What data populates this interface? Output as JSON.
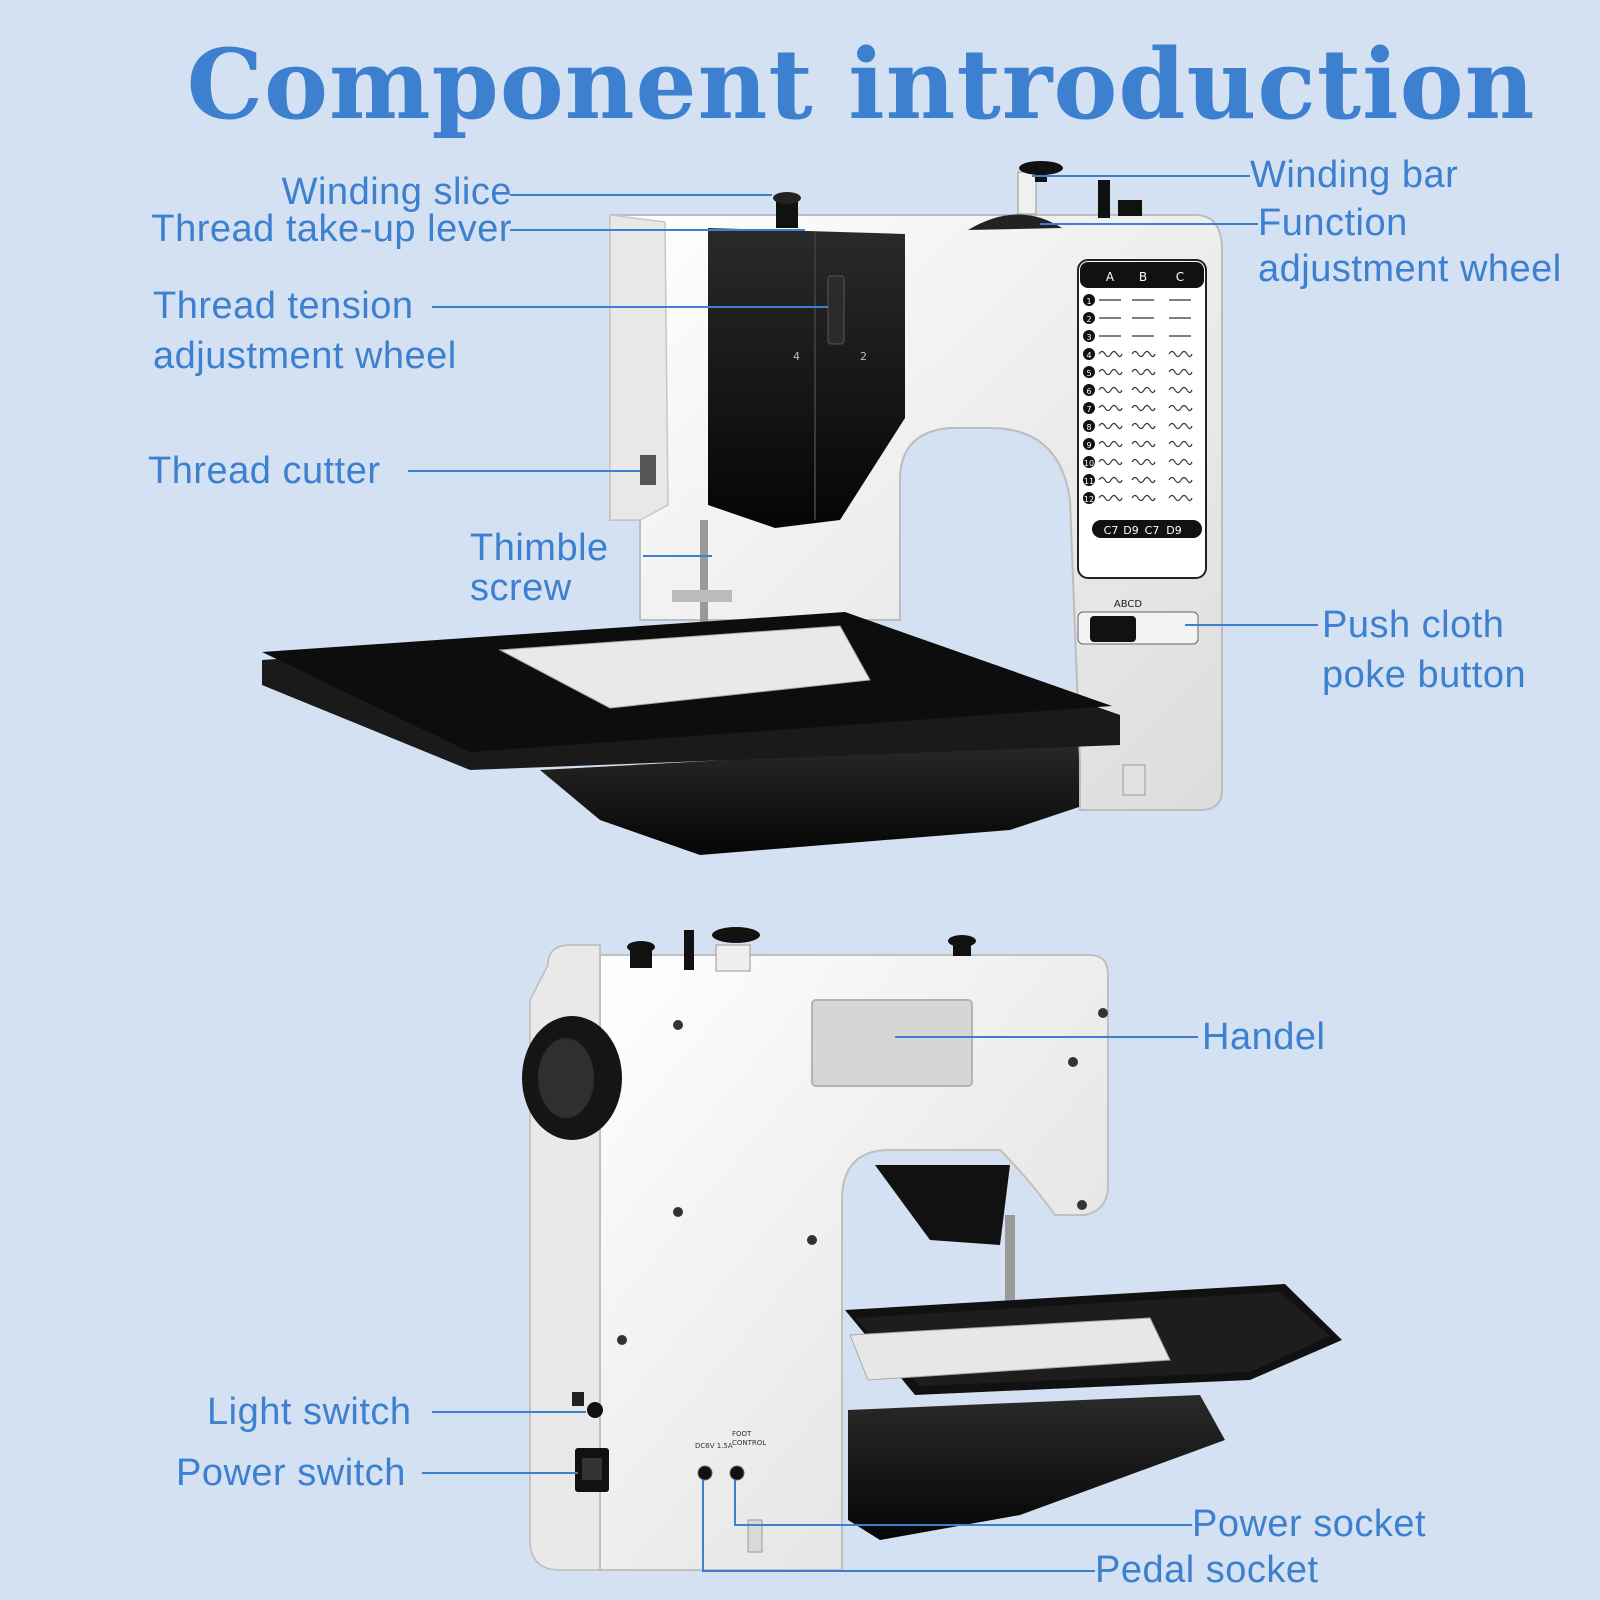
{
  "title": "Component introduction",
  "labels": {
    "winding_slice": "Winding slice",
    "thread_take_up_lever": "Thread take-up lever",
    "thread_tension": [
      "Thread tension",
      "adjustment wheel"
    ],
    "thread_cutter": "Thread cutter",
    "thimble_screw": [
      "Thimble",
      "screw"
    ],
    "winding_bar": "Winding bar",
    "function_wheel": [
      "Function",
      "adjustment wheel"
    ],
    "push_cloth": [
      "Push cloth",
      "poke button"
    ],
    "handel": "Handel",
    "light_switch": "Light switch",
    "power_switch": "Power switch",
    "power_socket": "Power socket",
    "pedal_socket": "Pedal socket"
  },
  "panel": {
    "columns": [
      "A",
      "B",
      "C"
    ],
    "rows": [
      "1",
      "2",
      "3",
      "4",
      "5",
      "6",
      "7",
      "8",
      "9",
      "10",
      "11",
      "12"
    ],
    "foot_codes": [
      "C7",
      "D9",
      "C7",
      "D9"
    ],
    "selector_letters": "ABCD"
  },
  "back_panel": {
    "dc_label": "DC6V 1.5A",
    "foot_label": [
      "FOOT",
      "CONTROL"
    ]
  },
  "colors": {
    "background": "#d3e1f2",
    "accent": "#3d80cf",
    "machine_white": "#f4f4f4",
    "machine_black": "#111111"
  }
}
